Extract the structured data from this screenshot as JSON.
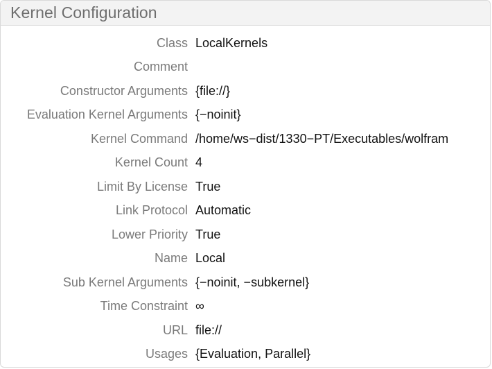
{
  "panel": {
    "title": "Kernel Configuration"
  },
  "rows": [
    {
      "key": "Class",
      "value": "LocalKernels"
    },
    {
      "key": "Comment",
      "value": ""
    },
    {
      "key": "Constructor Arguments",
      "value": "{file://}"
    },
    {
      "key": "Evaluation Kernel Arguments",
      "value": "{−noinit}"
    },
    {
      "key": "Kernel Command",
      "value": "/home/ws−dist/1330−PT/Executables/wolfram"
    },
    {
      "key": "Kernel Count",
      "value": "4"
    },
    {
      "key": "Limit By License",
      "value": "True"
    },
    {
      "key": "Link Protocol",
      "value": "Automatic"
    },
    {
      "key": "Lower Priority",
      "value": "True"
    },
    {
      "key": "Name",
      "value": "Local"
    },
    {
      "key": "Sub Kernel Arguments",
      "value": "{−noinit, −subkernel}"
    },
    {
      "key": "Time Constraint",
      "value": "∞"
    },
    {
      "key": "URL",
      "value": "file://"
    },
    {
      "key": "Usages",
      "value": "{Evaluation, Parallel}"
    }
  ]
}
